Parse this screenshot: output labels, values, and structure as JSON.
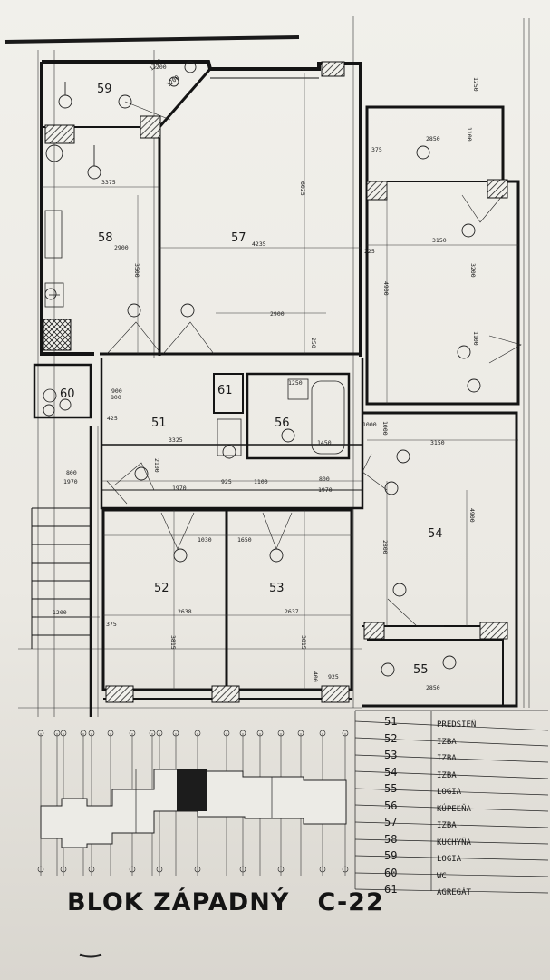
{
  "title": "BLOK ZÁPADNÝ   C-22",
  "rooms": [
    {
      "num": "51"
    },
    {
      "num": "52"
    },
    {
      "num": "53"
    },
    {
      "num": "54"
    },
    {
      "num": "55"
    },
    {
      "num": "56"
    },
    {
      "num": "57"
    },
    {
      "num": "58"
    },
    {
      "num": "59"
    },
    {
      "num": "60"
    },
    {
      "num": "61"
    }
  ],
  "legend": [
    {
      "num": "51",
      "name": "PREDSIEŇ"
    },
    {
      "num": "52",
      "name": "IZBA"
    },
    {
      "num": "53",
      "name": "IZBA"
    },
    {
      "num": "54",
      "name": "IZBA"
    },
    {
      "num": "55",
      "name": "LOGIA"
    },
    {
      "num": "56",
      "name": "KÚPEĽŇA"
    },
    {
      "num": "57",
      "name": "IZBA"
    },
    {
      "num": "58",
      "name": "KUCHYŇA"
    },
    {
      "num": "59",
      "name": "LOGIA"
    },
    {
      "num": "60",
      "name": "WC"
    },
    {
      "num": "61",
      "name": "AGREGÁT"
    }
  ],
  "dimensions": [
    "1200",
    "1200",
    "3375",
    "4235",
    "6025",
    "2900",
    "3500",
    "2850",
    "1100",
    "3150",
    "3200",
    "4900",
    "1100",
    "1000",
    "3150",
    "4900",
    "2800",
    "2850",
    "2900",
    "1450",
    "1100",
    "925",
    "800",
    "1970",
    "800",
    "1970",
    "1030",
    "1650",
    "2638",
    "2637",
    "3815",
    "3815",
    "1200",
    "375",
    "400",
    "925",
    "1250",
    "1200",
    "800",
    "3325",
    "2100",
    "1000",
    "900",
    "1970",
    "425",
    "250",
    "375",
    "225",
    "1250"
  ]
}
